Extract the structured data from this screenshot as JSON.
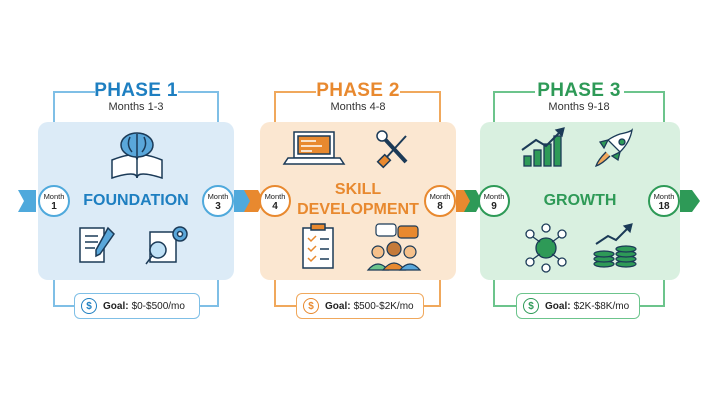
{
  "phases": [
    {
      "title": "PHASE 1",
      "months": "Months 1-3",
      "label": "FOUNDATION",
      "start_month": {
        "label": "Month",
        "num": "1"
      },
      "end_month": {
        "label": "Month",
        "num": "3"
      },
      "goal_label": "Goal:",
      "goal_value": "$0-$500/mo",
      "color": "#1e7fc1",
      "panel_color": "#dcebf7",
      "line_color": "#7fbfe6",
      "icons": [
        "brain-book-icon",
        "document-pen-icon",
        "magnifier-gear-icon"
      ]
    },
    {
      "title": "PHASE 2",
      "months": "Months 4-8",
      "label_line1": "SKILL",
      "label_line2": "DEVELOPMENT",
      "start_month": {
        "label": "Month",
        "num": "4"
      },
      "end_month": {
        "label": "Month",
        "num": "8"
      },
      "goal_label": "Goal:",
      "goal_value": "$500-$2K/mo",
      "color": "#e8892f",
      "panel_color": "#fbe7d1",
      "line_color": "#f0a85c",
      "icons": [
        "laptop-code-icon",
        "wrench-screwdriver-icon",
        "clipboard-checklist-icon",
        "team-chat-icon"
      ]
    },
    {
      "title": "PHASE 3",
      "months": "Months 9-18",
      "label": "GROWTH",
      "start_month": {
        "label": "Month",
        "num": "9"
      },
      "end_month": {
        "label": "Month",
        "num": "18"
      },
      "goal_label": "Goal:",
      "goal_value": "$2K-$8K/mo",
      "color": "#2e9a57",
      "panel_color": "#d9f0e0",
      "line_color": "#6cc48c",
      "icons": [
        "bar-chart-up-icon",
        "rocket-icon",
        "network-hub-icon",
        "coins-growth-icon"
      ]
    }
  ],
  "currency_symbol": "$"
}
